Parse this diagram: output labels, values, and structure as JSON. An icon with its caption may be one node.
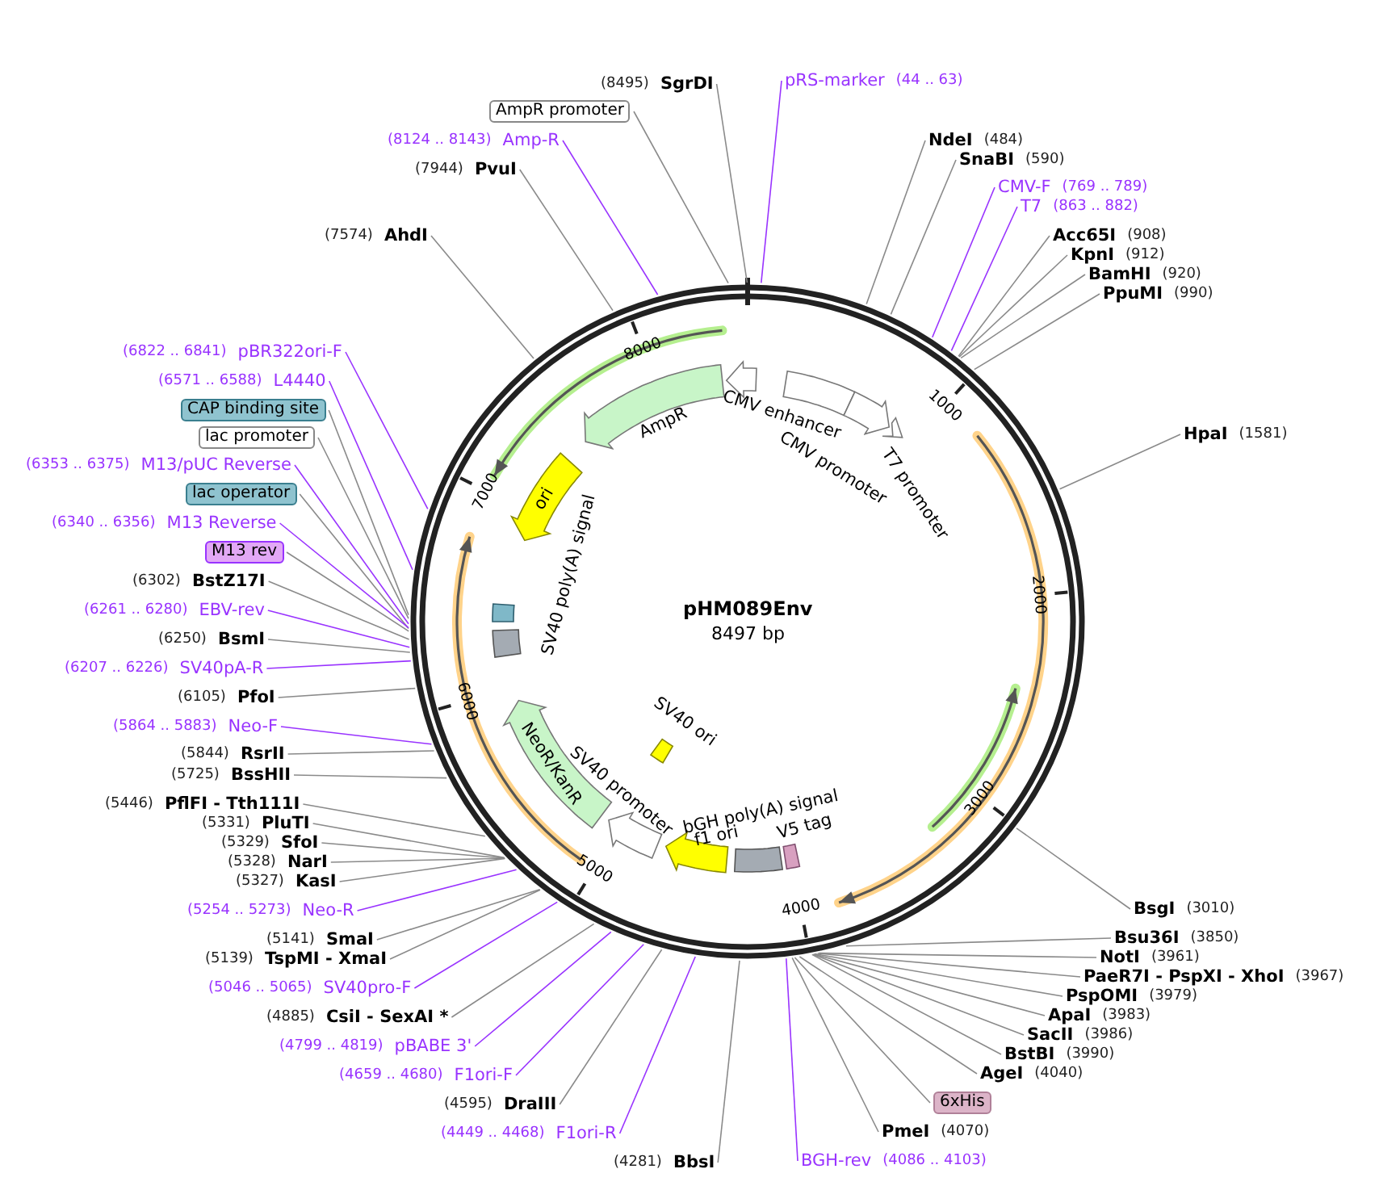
{
  "diagram": {
    "title": "pHM089Env",
    "nodes": [
      {
        "text": [
          "(8495)",
          "SgrDI"
        ]
      },
      {
        "text": [
          "AmpR promoter"
        ]
      },
      {
        "text": [
          "(8124 .. 8143)",
          "Amp-R"
        ]
      },
      {
        "text": [
          "(7944)",
          "PvuI"
        ]
      },
      {
        "text": [
          "(7574)",
          "AhdI"
        ]
      },
      {
        "text": [
          "(6822 .. 6841)",
          "pBR322ori-F"
        ]
      },
      {
        "text": [
          "(6571 .. 6588)",
          "L4440"
        ]
      },
      {
        "text": [
          "CAP binding site"
        ]
      },
      {
        "text": [
          "lac promoter"
        ]
      },
      {
        "text": [
          "(6353 .. 6375)",
          "M13/pUC Reverse"
        ]
      },
      {
        "text": [
          "lac operator"
        ]
      },
      {
        "text": [
          "(6340 .. 6356)",
          "M13 Reverse"
        ]
      },
      {
        "text": [
          "M13 rev"
        ]
      },
      {
        "text": [
          "(6302)",
          "BstZ17I"
        ]
      },
      {
        "text": [
          "(6261 .. 6280)",
          "EBV-rev"
        ]
      },
      {
        "text": [
          "(6250)",
          "BsmI"
        ]
      },
      {
        "text": [
          "(6207 .. 6226)",
          "SV40pA-R"
        ]
      },
      {
        "text": [
          "(6105)",
          "PfoI"
        ]
      },
      {
        "text": [
          "(5864 .. 5883)",
          "Neo-F"
        ]
      },
      {
        "text": [
          "(5844)",
          "RsrII"
        ]
      },
      {
        "text": [
          "(5725)",
          "BssHII"
        ]
      },
      {
        "text": [
          "(5446)",
          "PflFI - Tth111I"
        ]
      },
      {
        "text": [
          "(5331)",
          "PluTI"
        ]
      },
      {
        "text": [
          "(5329)",
          "SfoI"
        ]
      },
      {
        "text": [
          "(5328)",
          "NarI"
        ]
      },
      {
        "text": [
          "(5327)",
          "KasI"
        ]
      },
      {
        "text": [
          "(5254 .. 5273)",
          "Neo-R"
        ]
      },
      {
        "text": [
          "(5141)",
          "SmaI"
        ]
      },
      {
        "text": [
          "(5139)",
          "TspMI - XmaI"
        ]
      },
      {
        "text": [
          "(5046 .. 5065)",
          "SV40pro-F"
        ]
      },
      {
        "text": [
          "(4885)",
          "CsiI - SexAI *"
        ]
      },
      {
        "text": [
          "(4799 .. 4819)",
          "pBABE 3'"
        ]
      },
      {
        "text": [
          "(4659 .. 4680)",
          "F1ori-F"
        ]
      },
      {
        "text": [
          "(4595)",
          "DraIII"
        ]
      },
      {
        "text": [
          "(4449 .. 4468)",
          "F1ori-R"
        ]
      },
      {
        "text": [
          "(4281)",
          "BbsI"
        ]
      },
      {
        "text": [
          "pRS-marker",
          "(44 .. 63)"
        ]
      },
      {
        "text": [
          "NdeI",
          "(484)"
        ]
      },
      {
        "text": [
          "SnaBI",
          "(590)"
        ]
      },
      {
        "text": [
          "CMV-F",
          "(769 .. 789)"
        ]
      },
      {
        "text": [
          "T7",
          "(863 .. 882)"
        ]
      },
      {
        "text": [
          "Acc65I",
          "(908)"
        ]
      },
      {
        "text": [
          "KpnI",
          "(912)"
        ]
      },
      {
        "text": [
          "BamHI",
          "(920)"
        ]
      },
      {
        "text": [
          "PpuMI",
          "(990)"
        ]
      },
      {
        "text": [
          "HpaI",
          "(1581)"
        ]
      },
      {
        "text": [
          "BsgI",
          "(3010)"
        ]
      },
      {
        "text": [
          "Bsu36I",
          "(3850)"
        ]
      },
      {
        "text": [
          "NotI",
          "(3961)"
        ]
      },
      {
        "text": [
          "PaeR7I - PspXI - XhoI",
          "(3967)"
        ]
      },
      {
        "text": [
          "PspOMI",
          "(3979)"
        ]
      },
      {
        "text": [
          "ApaI",
          "(3983)"
        ]
      },
      {
        "text": [
          "SacII",
          "(3986)"
        ]
      },
      {
        "text": [
          "BstBI",
          "(3990)"
        ]
      },
      {
        "text": [
          "AgeI",
          "(4040)"
        ]
      },
      {
        "text": [
          "6xHis"
        ]
      },
      {
        "text": [
          "PmeI",
          "(4070)"
        ]
      },
      {
        "text": [
          "BGH-rev",
          "(4086 .. 4103)"
        ]
      },
      {
        "text": [
          "AmpR"
        ]
      },
      {
        "text": [
          "ori"
        ]
      },
      {
        "text": [
          "SV40 poly(A) signal"
        ]
      },
      {
        "text": [
          "NeoR/KanR"
        ]
      },
      {
        "text": [
          "SV40 promoter"
        ]
      },
      {
        "text": [
          "SV40 ori"
        ]
      },
      {
        "text": [
          "bGH poly(A) signal"
        ]
      },
      {
        "text": [
          "f1 ori"
        ]
      },
      {
        "text": [
          "V5 tag"
        ]
      },
      {
        "text": [
          "CMV enhancer"
        ]
      },
      {
        "text": [
          "CMV promoter"
        ]
      },
      {
        "text": [
          "T7 promoter"
        ]
      }
    ],
    "edges": [
      {
        "from": 0,
        "to": null,
        "arrow": "none"
      },
      {
        "from": 1,
        "to": null,
        "arrow": "none"
      },
      {
        "from": 2,
        "to": null,
        "arrow": "none",
        "color": "#9933ff"
      },
      {
        "from": 3,
        "to": null,
        "arrow": "none"
      },
      {
        "from": 4,
        "to": null,
        "arrow": "none"
      },
      {
        "from": 5,
        "to": null,
        "arrow": "none",
        "color": "#9933ff"
      },
      {
        "from": 6,
        "to": null,
        "arrow": "none",
        "color": "#9933ff"
      },
      {
        "from": 7,
        "to": null,
        "arrow": "none"
      },
      {
        "from": 8,
        "to": null,
        "arrow": "none"
      },
      {
        "from": 9,
        "to": null,
        "arrow": "none",
        "color": "#9933ff"
      },
      {
        "from": 10,
        "to": null,
        "arrow": "none"
      },
      {
        "from": 11,
        "to": null,
        "arrow": "none",
        "color": "#9933ff"
      },
      {
        "from": 12,
        "to": null,
        "arrow": "none"
      },
      {
        "from": 13,
        "to": null,
        "arrow": "none"
      },
      {
        "from": 14,
        "to": null,
        "arrow": "none",
        "color": "#9933ff"
      },
      {
        "from": 15,
        "to": null,
        "arrow": "none"
      },
      {
        "from": 16,
        "to": null,
        "arrow": "none",
        "color": "#9933ff"
      },
      {
        "from": 17,
        "to": null,
        "arrow": "none"
      },
      {
        "from": 18,
        "to": null,
        "arrow": "none",
        "color": "#9933ff"
      },
      {
        "from": 19,
        "to": null,
        "arrow": "none"
      },
      {
        "from": 20,
        "to": null,
        "arrow": "none"
      },
      {
        "from": 21,
        "to": null,
        "arrow": "none"
      },
      {
        "from": 22,
        "to": null,
        "arrow": "none"
      },
      {
        "from": 23,
        "to": null,
        "arrow": "none"
      },
      {
        "from": 24,
        "to": null,
        "arrow": "none"
      },
      {
        "from": 25,
        "to": null,
        "arrow": "none"
      },
      {
        "from": 26,
        "to": null,
        "arrow": "none",
        "color": "#9933ff"
      },
      {
        "from": 27,
        "to": null,
        "arrow": "none"
      },
      {
        "from": 28,
        "to": null,
        "arrow": "none"
      },
      {
        "from": 29,
        "to": null,
        "arrow": "none",
        "color": "#9933ff"
      },
      {
        "from": 30,
        "to": null,
        "arrow": "none"
      },
      {
        "from": 31,
        "to": null,
        "arrow": "none",
        "color": "#9933ff"
      },
      {
        "from": 32,
        "to": null,
        "arrow": "none",
        "color": "#9933ff"
      },
      {
        "from": 33,
        "to": null,
        "arrow": "none"
      },
      {
        "from": 34,
        "to": null,
        "arrow": "none",
        "color": "#9933ff"
      },
      {
        "from": 35,
        "to": null,
        "arrow": "none"
      },
      {
        "from": 36,
        "to": null,
        "arrow": "none",
        "color": "#9933ff"
      },
      {
        "from": 37,
        "to": null,
        "arrow": "none"
      },
      {
        "from": 38,
        "to": null,
        "arrow": "none"
      },
      {
        "from": 39,
        "to": null,
        "arrow": "none",
        "color": "#9933ff"
      },
      {
        "from": 40,
        "to": null,
        "arrow": "none",
        "color": "#9933ff"
      },
      {
        "from": 41,
        "to": null,
        "arrow": "none"
      },
      {
        "from": 42,
        "to": null,
        "arrow": "none"
      },
      {
        "from": 43,
        "to": null,
        "arrow": "none"
      },
      {
        "from": 44,
        "to": null,
        "arrow": "none"
      },
      {
        "from": 45,
        "to": null,
        "arrow": "none"
      },
      {
        "from": 46,
        "to": null,
        "arrow": "none"
      },
      {
        "from": 47,
        "to": null,
        "arrow": "none"
      },
      {
        "from": 48,
        "to": null,
        "arrow": "none"
      },
      {
        "from": 49,
        "to": null,
        "arrow": "none"
      },
      {
        "from": 50,
        "to": null,
        "arrow": "none"
      },
      {
        "from": 51,
        "to": null,
        "arrow": "none"
      },
      {
        "from": 52,
        "to": null,
        "arrow": "none"
      },
      {
        "from": 53,
        "to": null,
        "arrow": "none"
      },
      {
        "from": 54,
        "to": null,
        "arrow": "none"
      },
      {
        "from": 55,
        "to": null,
        "arrow": "none"
      },
      {
        "from": 56,
        "to": null,
        "arrow": "none"
      },
      {
        "from": 57,
        "to": null,
        "arrow": "none",
        "color": "#9933ff"
      }
    ],
    "labels": [
      "8497 bp",
      "1000",
      "2000",
      "3000",
      "4000",
      "5000",
      "6000",
      "7000",
      "8000"
    ]
  }
}
